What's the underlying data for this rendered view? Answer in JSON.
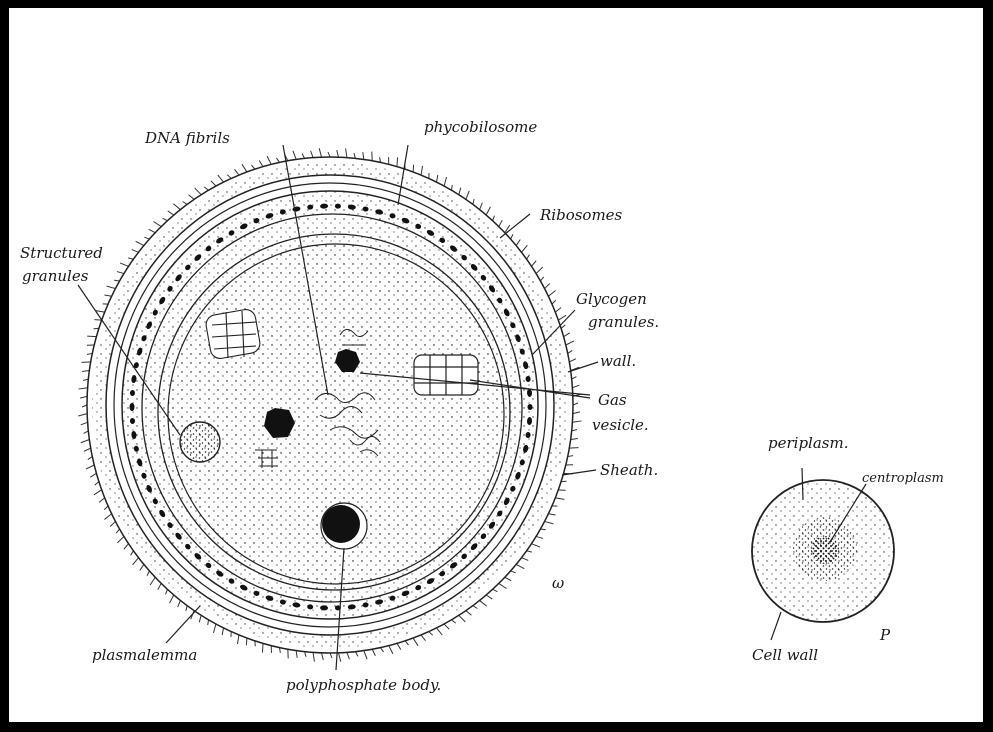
{
  "labels": {
    "dna_fibrils": "DNA fibrils",
    "phycobilosome": "phycobilosome",
    "ribosomes": "Ribosomes",
    "structured_granules_1": "Structured",
    "structured_granules_2": "granules",
    "glycogen_granules_1": "Glycogen",
    "glycogen_granules_2": "granules.",
    "wall": "wall.",
    "gas_vesicle_1": "Gas",
    "gas_vesicle_2": "vesicle.",
    "sheath": "Sheath.",
    "plasmalemma": "plasmalemma",
    "polyphosphate_body": "polyphosphate body.",
    "periplasm": "periplasm.",
    "centroplasm": "centroplasm",
    "cell_wall": "Cell wall",
    "mark_w": "ω",
    "mark_p": "P"
  }
}
